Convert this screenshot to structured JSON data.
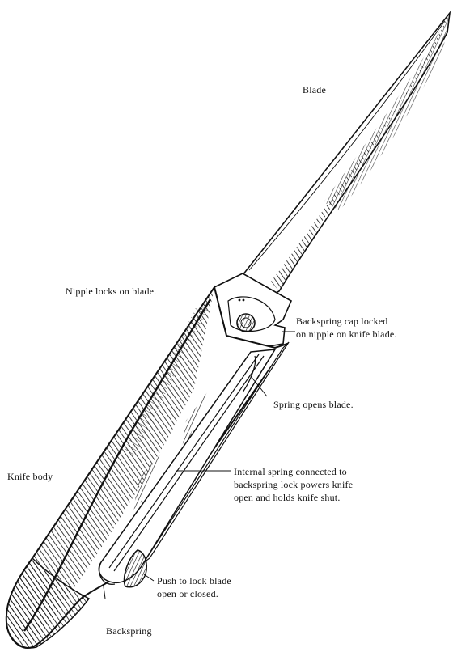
{
  "diagram": {
    "labels": {
      "blade": "Blade",
      "nipple_locks": "Nipple locks on blade.",
      "backspring_cap": [
        "Backspring cap locked",
        "on nipple on knife blade."
      ],
      "spring_opens": "Spring opens blade.",
      "knife_body": "Knife body",
      "internal_spring": [
        "Internal spring connected to",
        "backspring lock powers knife",
        "open and holds knife shut."
      ],
      "push_to_lock": [
        "Push to lock blade",
        "open or closed."
      ],
      "backspring": "Backspring"
    },
    "colors": {
      "ink": "#111111",
      "background": "#ffffff"
    }
  }
}
